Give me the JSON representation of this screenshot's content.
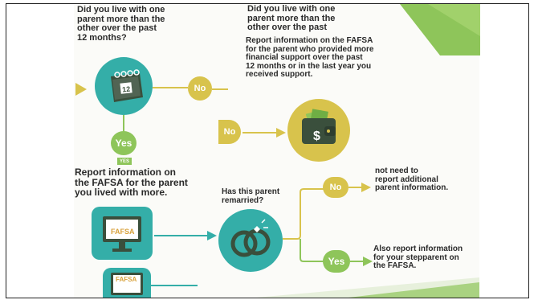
{
  "colors": {
    "teal": "#34aea8",
    "yellow": "#d8c34c",
    "green": "#8ec55a",
    "dark_green": "#3a4f3c",
    "text": "#2a2a2a"
  },
  "question_left": "Did you live with one\nparent more than the\nother over the past\n12 months?",
  "question_top": "Did you live with one\nparent more than the\nother over the past",
  "report_support": "Report information on the FAFSA\nfor the parent who provided more\nfinancial support over the past\n12 months or in the last year you\nreceived support.",
  "report_lived": "Report information on\nthe FAFSA for the parent\nyou lived with more.",
  "remarried_question": "Has this parent\nremarried?",
  "no_need": "not need to\nreport additional\nparent information.",
  "also_report": "Also report information\nfor your stepparent on\nthe FAFSA.",
  "calendar_day": "12",
  "dollar_sign": "$",
  "yes_badge": "YES",
  "labels": {
    "no_1": "No",
    "no_2": "No",
    "no_3": "No",
    "yes_1": "Yes",
    "yes_2": "Yes"
  },
  "fafsa_label": "FAFSA",
  "fafsa_label_2": "FAFSA",
  "icons": [
    "calendar-icon",
    "wallet-icon",
    "computer-monitor-icon",
    "wedding-rings-icon"
  ]
}
